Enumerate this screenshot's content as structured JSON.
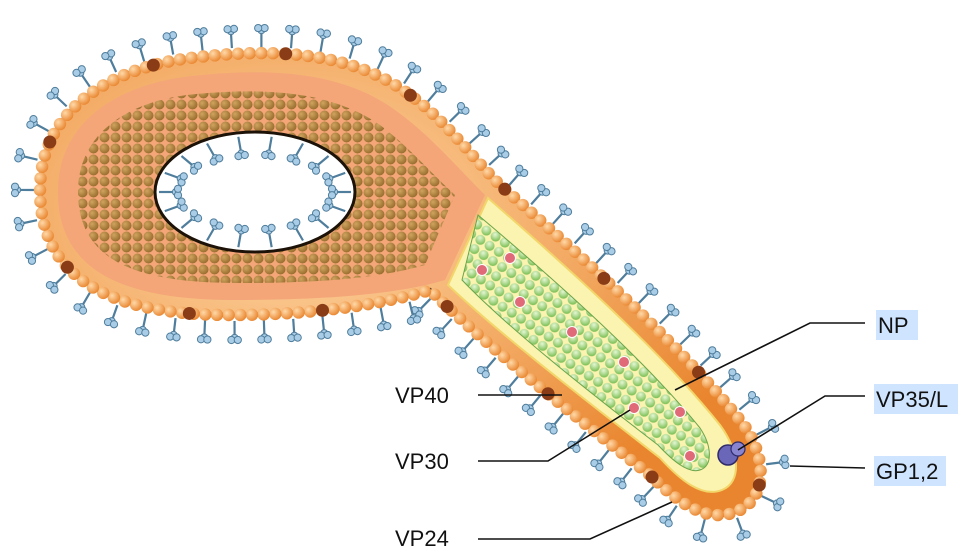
{
  "labels": {
    "np": "NP",
    "vp35l": "VP35/L",
    "gp12": "GP1,2",
    "vp40": "VP40",
    "vp30": "VP30",
    "vp24": "VP24"
  },
  "colors": {
    "spike": "#a9cde6",
    "spike_stroke": "#4f7d9c",
    "envelope": "#f3a24f",
    "envelope_stroke": "#1c1208",
    "vp24_dot": "#8a3c16",
    "matrix_fill": "#f4a678",
    "nucleocapsid_fill": "#a67f36",
    "cross_section_fill": "#fbf3b0",
    "np_green": "#9fd67c",
    "vp30_dot": "#e06a78",
    "polymerase": "#6a66b8",
    "label_highlight": "#cfe4ff"
  }
}
